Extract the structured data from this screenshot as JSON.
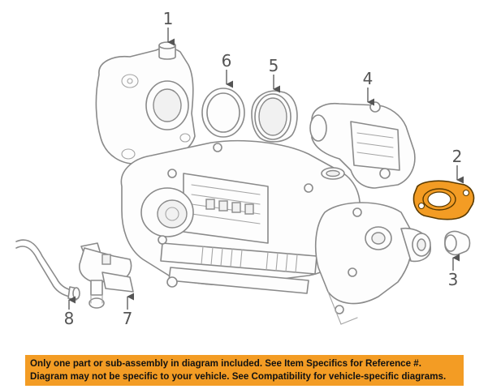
{
  "callouts": [
    {
      "id": "1",
      "label": "1"
    },
    {
      "id": "2",
      "label": "2"
    },
    {
      "id": "3",
      "label": "3"
    },
    {
      "id": "4",
      "label": "4"
    },
    {
      "id": "5",
      "label": "5"
    },
    {
      "id": "6",
      "label": "6"
    },
    {
      "id": "7",
      "label": "7"
    },
    {
      "id": "8",
      "label": "8"
    }
  ],
  "highlight_color": "#f39c24",
  "banner": {
    "line1": "Only one part or sub-assembly in diagram included. See Item Specifics for Reference #.",
    "line2": "Diagram may not be specific to your vehicle. See Compatibility for vehicle-specific diagrams.",
    "background": "#f39c24"
  }
}
